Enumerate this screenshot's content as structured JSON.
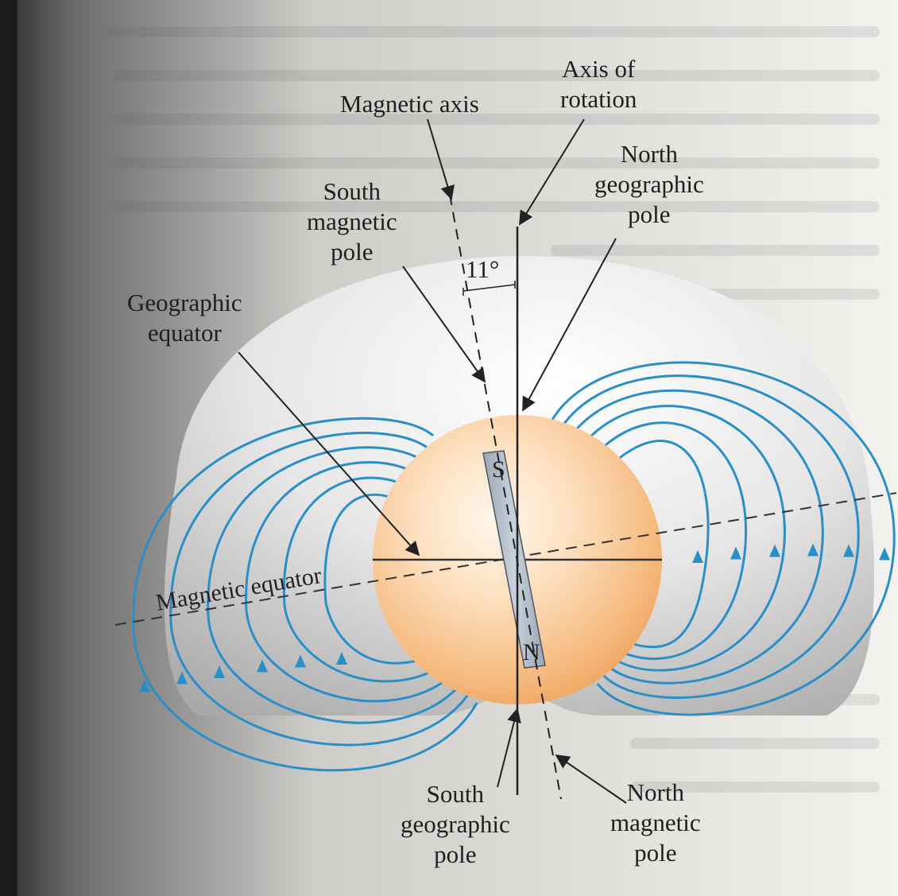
{
  "labels": {
    "axis_of_rotation": [
      "Axis of",
      "rotation"
    ],
    "magnetic_axis": "Magnetic axis",
    "north_geographic_pole": [
      "North",
      "geographic",
      "pole"
    ],
    "south_magnetic_pole": [
      "South",
      "magnetic",
      "pole"
    ],
    "angle": "11°",
    "geographic_equator": [
      "Geographic",
      "equator"
    ],
    "magnetic_equator": "Magnetic equator",
    "south_geographic_pole": [
      "South",
      "geographic",
      "pole"
    ],
    "north_magnetic_pole": [
      "North",
      "magnetic",
      "pole"
    ],
    "magnet_s": "S",
    "magnet_n": "N"
  },
  "colors": {
    "field_lines": "#2a8fc8",
    "globe_light": "#fde6cc",
    "globe_dark": "#f0a860",
    "magnet_bar": "#b8c3cf",
    "line": "#2a2a2a"
  }
}
